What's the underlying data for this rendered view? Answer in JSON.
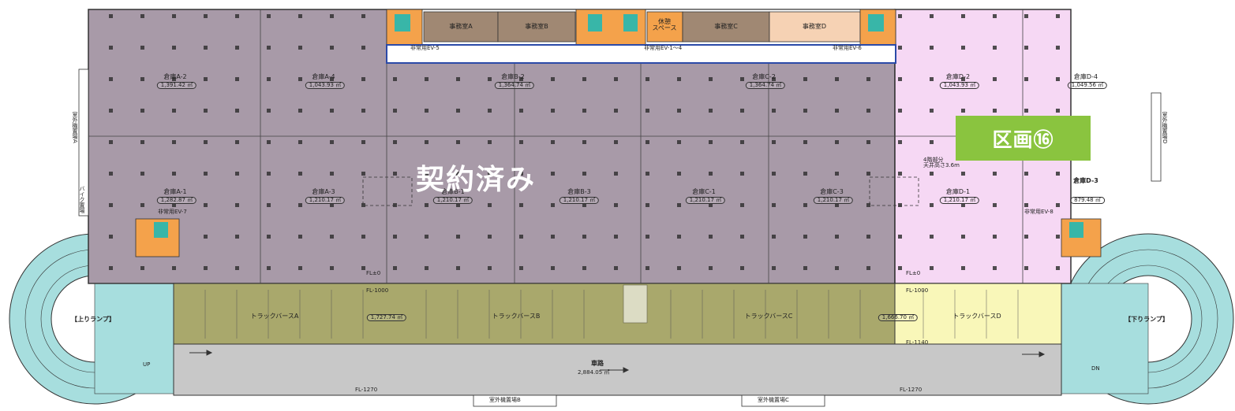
{
  "colors": {
    "contracted": "#a89aa8",
    "available": "#f6d8f4",
    "truck_contracted": "#a9a86c",
    "truck_available": "#f9f7b9",
    "roadway": "#c8c8c8",
    "ramp": "#a7dede",
    "core": "#f4a24b",
    "office_dark": "#a08873",
    "office_light": "#f6d2b4",
    "badge": "#8ac43f"
  },
  "overlay": {
    "contracted_text": "契約済み",
    "section_badge": "区画⑯"
  },
  "offices": [
    {
      "label": "事務室A"
    },
    {
      "label": "事務室B"
    },
    {
      "label": "休憩\nスペース"
    },
    {
      "label": "事務室C"
    },
    {
      "label": "事務室D"
    }
  ],
  "warehouses": [
    {
      "name": "倉庫A-2",
      "area": "1,391.42 ㎡"
    },
    {
      "name": "倉庫A-4",
      "area": "1,043.93 ㎡"
    },
    {
      "name": "倉庫B-2",
      "area": "1,364.74 ㎡"
    },
    {
      "name": "倉庫C-2",
      "area": "1,364.74 ㎡"
    },
    {
      "name": "倉庫D-2",
      "area": "1,043.93 ㎡"
    },
    {
      "name": "倉庫D-4",
      "area": "1,049.56 ㎡"
    },
    {
      "name": "倉庫A-1",
      "area": "1,282.87 ㎡"
    },
    {
      "name": "倉庫A-3",
      "area": "1,210.17 ㎡"
    },
    {
      "name": "倉庫B-1",
      "area": "1,210.17 ㎡"
    },
    {
      "name": "倉庫B-3",
      "area": "1,210.17 ㎡"
    },
    {
      "name": "倉庫C-1",
      "area": "1,210.17 ㎡"
    },
    {
      "name": "倉庫C-3",
      "area": "1,210.17 ㎡"
    },
    {
      "name": "倉庫D-1",
      "area": "1,210.17 ㎡"
    },
    {
      "name": "倉庫D-3",
      "area": "879.48 ㎡"
    }
  ],
  "truck_berths": [
    {
      "label": "トラックバースA"
    },
    {
      "label": "トラックバースB"
    },
    {
      "label": "トラックバースC"
    },
    {
      "label": "トラックバースD"
    }
  ],
  "truck_areas": [
    "1,727.74 ㎡",
    "1,666.70 ㎡"
  ],
  "elevators": {
    "ev5": "非常用EV-5",
    "ev1_4": "非常用EV-1～4",
    "ev6": "非常用EV-6",
    "ev7": "非常用EV-7",
    "ev8": "非常用EV-8"
  },
  "road": {
    "label": "車路",
    "area": "2,884.05 ㎡",
    "fl_left": "FL-1270",
    "fl_right": "FL-1270"
  },
  "levels": {
    "fl0_left": "FL±0",
    "fl0_right": "FL±0",
    "fl1000_left": "FL-1000",
    "fl1000_right": "FL-1000",
    "fl1140": "FL-1140",
    "ceiling_note": "4階部分\n天井高さ3.6m"
  },
  "ramps": {
    "up": "【上りランプ】",
    "down": "【下りランプ】",
    "up_mark": "UP",
    "down_mark": "DN"
  },
  "outdoor": {
    "left_vertical": "室外機置場A",
    "right_vertical": "室外機置場D",
    "bike": "バイク置場",
    "bottom_b": "室外機置場B",
    "bottom_c": "室外機置場C"
  }
}
